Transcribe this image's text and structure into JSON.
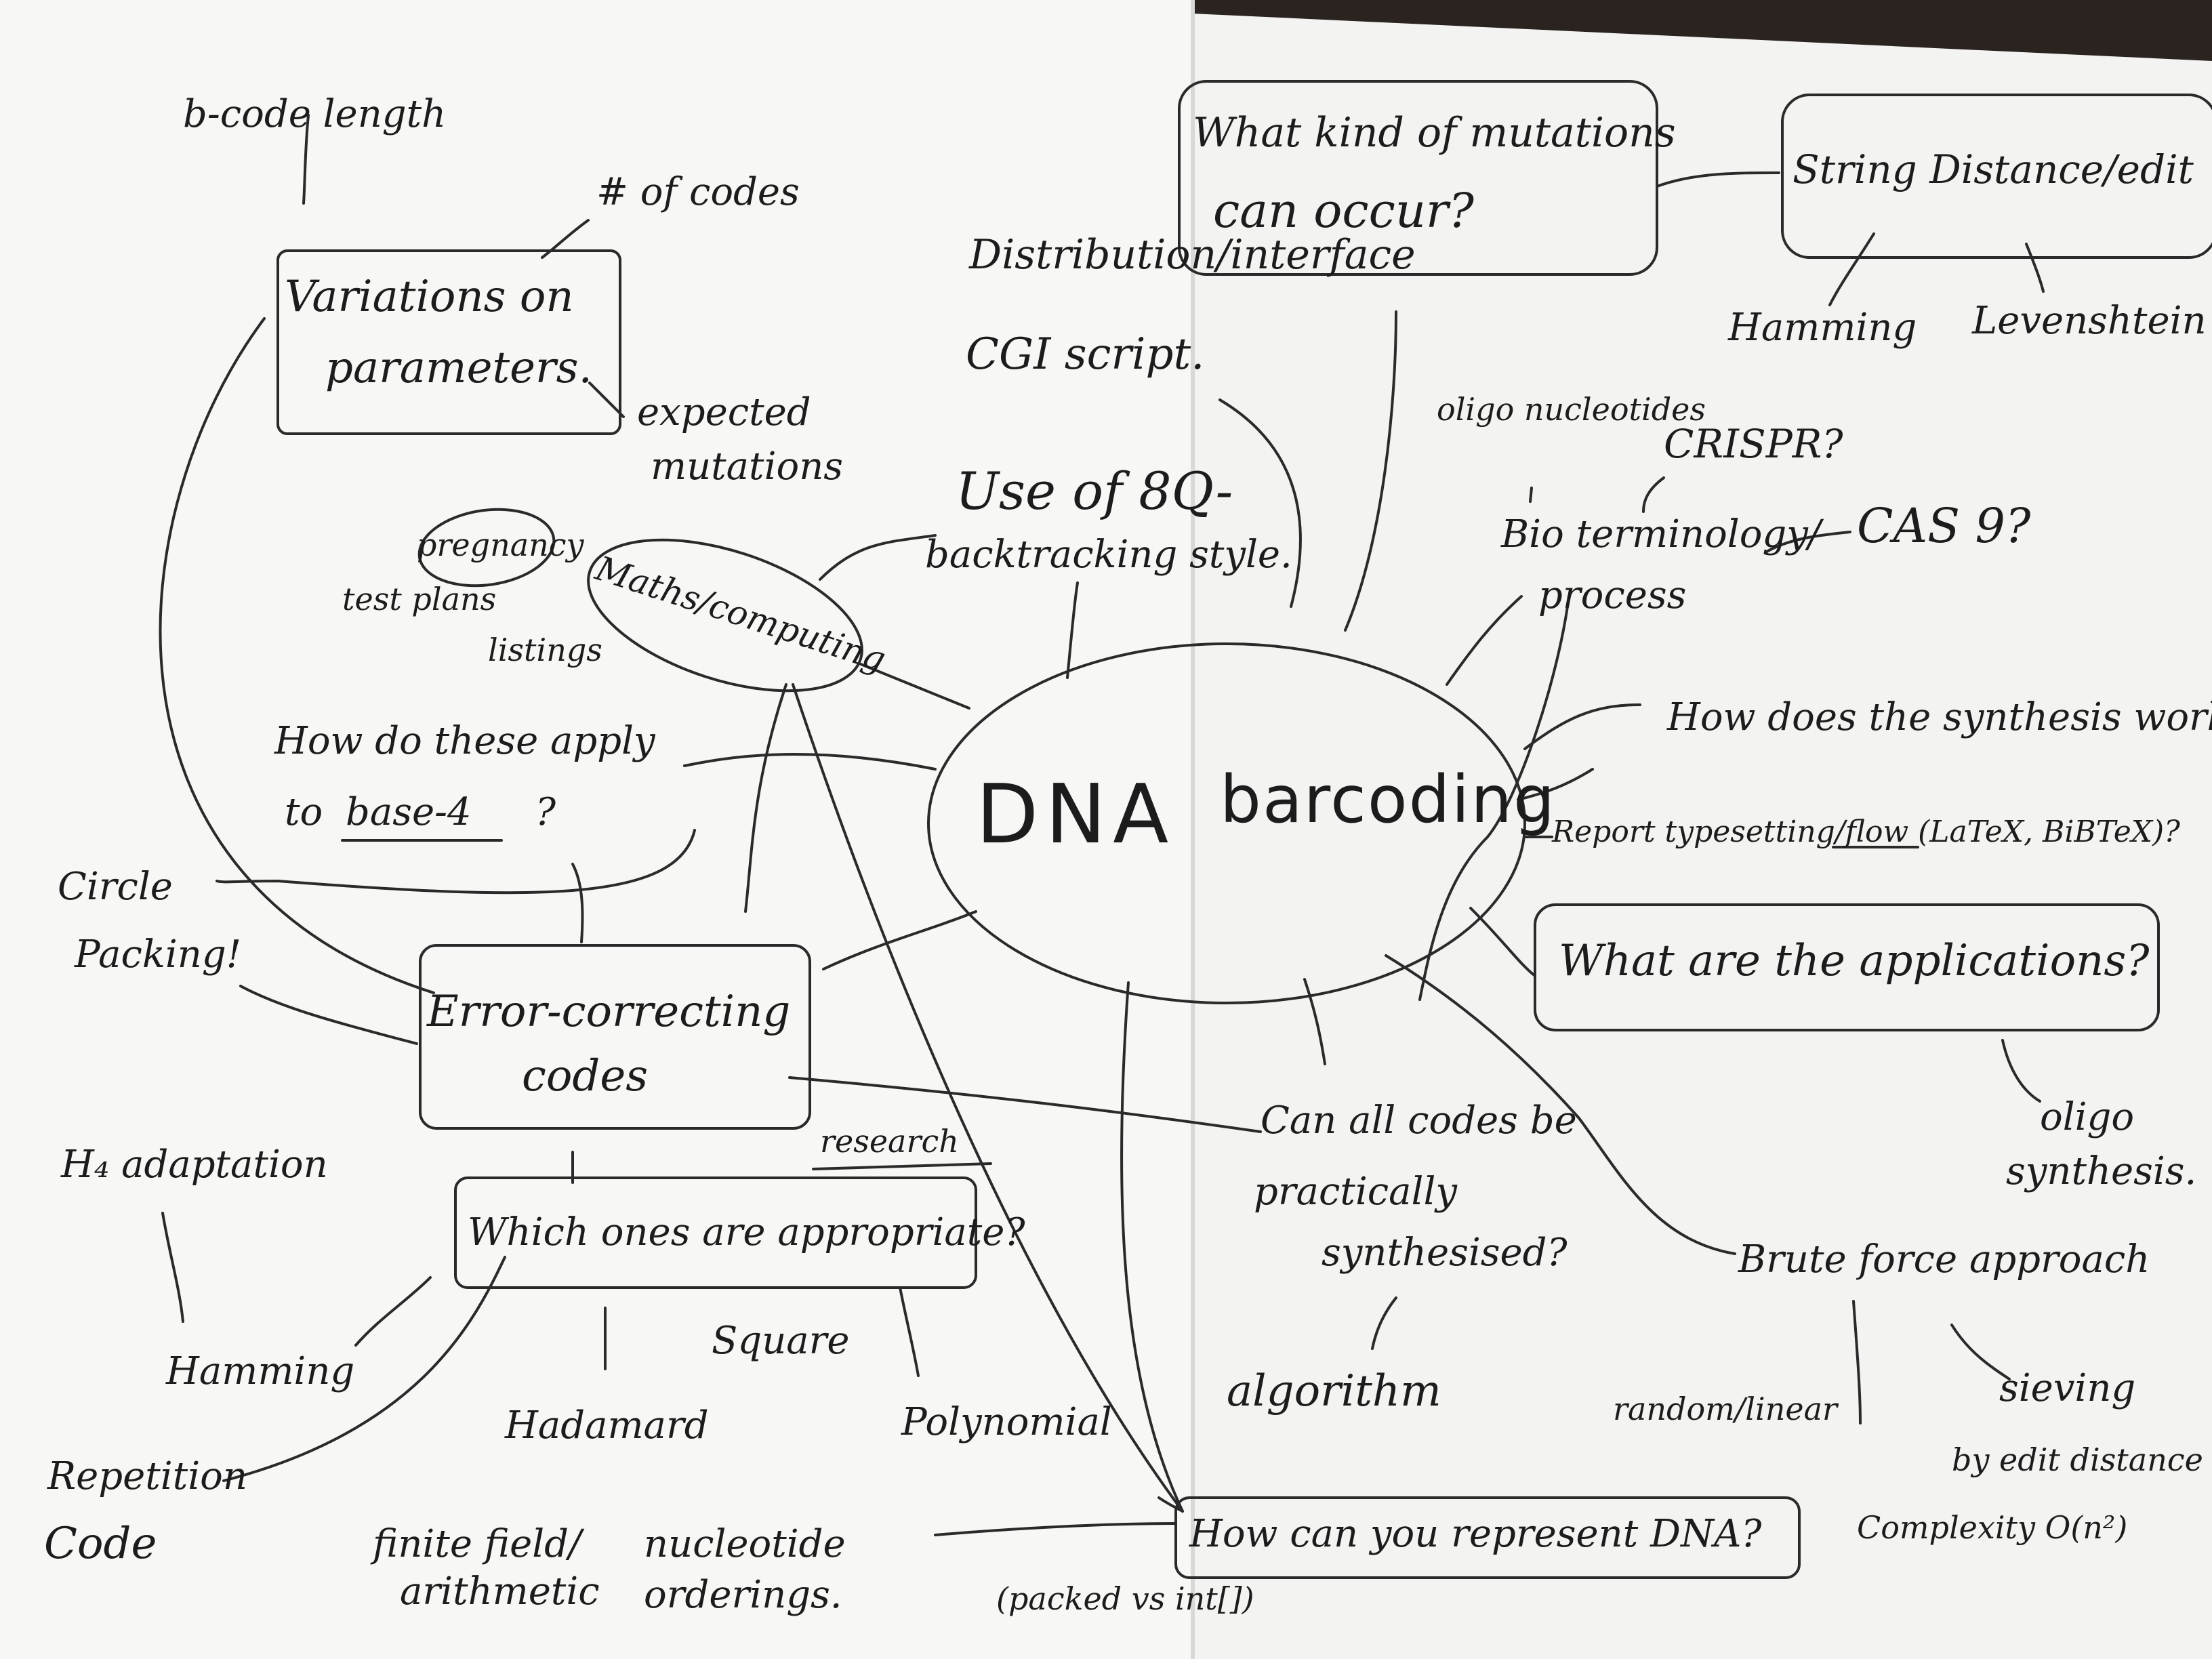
{
  "center": {
    "title_left": "DNA",
    "title_right": "barcoding"
  },
  "left": {
    "code_length": "b-code length",
    "num_codes": "# of codes",
    "variations_line1": "Variations on",
    "variations_line2": "parameters.",
    "expected_line1": "expected",
    "expected_line2": "mutations",
    "pregnancy": "pregnancy",
    "test_plans": "test plans",
    "listings": "listings",
    "maths_computing": "Maths/computing",
    "apply_line1": "How do these apply",
    "apply_line2a": "to",
    "apply_line2b": "base-4",
    "apply_line2c": "?",
    "circle_line1": "Circle",
    "circle_line2": "Packing!",
    "ecc_line1": "Error-correcting",
    "ecc_line2": "codes",
    "h4": "H₄ adaptation",
    "research": "research",
    "which_ones": "Which ones are appropriate?",
    "hamming": "Hamming",
    "square": "Square",
    "hadamard": "Hadamard",
    "polynomial": "Polynomial",
    "repetition_line1": "Repetition",
    "repetition_line2": "Code",
    "finite_line1": "finite field/",
    "finite_line2": "arithmetic",
    "nucleotide_line1": "nucleotide",
    "nucleotide_line2": "orderings."
  },
  "middle": {
    "distribution_line1": "Distribution/interface",
    "distribution_line2": "CGI script.",
    "use_8q_line1": "Use of 8Q-",
    "use_8q_line2": "backtracking style.",
    "can_all_line1": "Can all codes be",
    "can_all_line2": "practically",
    "can_all_line3": "synthesised?",
    "algorithm": "algorithm",
    "represent_dna": "How can you represent DNA?",
    "packed": "(packed vs int[])"
  },
  "right": {
    "mutations_line1": "What kind of mutations",
    "mutations_line2": "can occur?",
    "string_distance": "String Distance/edit",
    "hamming": "Hamming",
    "levenshtein": "Levenshtein",
    "oligo": "oligo nucleotides",
    "crispr": "CRISPR?",
    "bio_line1": "Bio terminology/",
    "bio_line2": "process",
    "cas9": "CAS 9?",
    "synthesis": "How does the synthesis work?",
    "report": "Report typesetting/flow (LaTeX, BiBTeX)?",
    "applications": "What are the applications?",
    "oligo_synth_line1": "oligo",
    "oligo_synth_line2": "synthesis.",
    "brute_force": "Brute force approach",
    "random": "random/linear",
    "sieving_line1": "sieving",
    "sieving_line2": "by edit distance",
    "complexity": "Complexity O(n²)"
  },
  "colors": {
    "paper": "#f6f6f4",
    "ink": "#1c1c1c",
    "background": "#2a2320"
  }
}
